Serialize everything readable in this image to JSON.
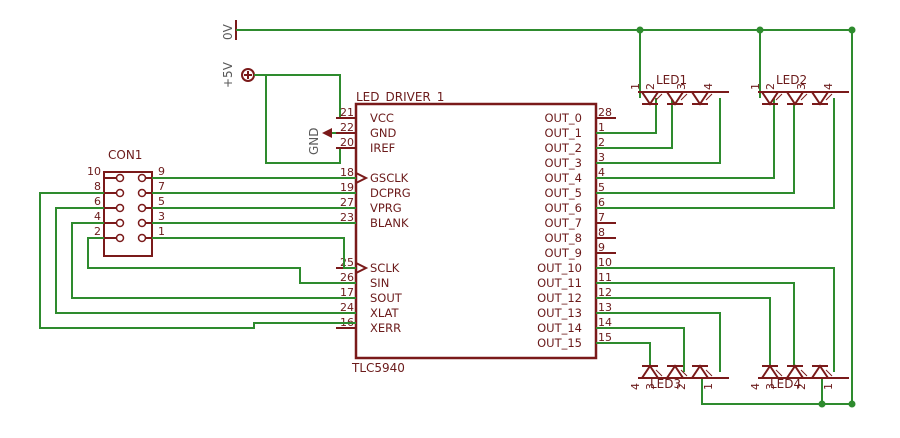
{
  "power": {
    "gnd_top": "0V",
    "vcc": "+5V",
    "gnd_chip": "GND"
  },
  "chip": {
    "name": "LED_DRIVER_1",
    "value": "TLC5940",
    "left_pins": [
      {
        "name": "VCC",
        "num": "21"
      },
      {
        "name": "GND",
        "num": "22"
      },
      {
        "name": "IREF",
        "num": "20"
      },
      {
        "name": "GSCLK",
        "num": "18"
      },
      {
        "name": "DCPRG",
        "num": "19"
      },
      {
        "name": "VPRG",
        "num": "27"
      },
      {
        "name": "BLANK",
        "num": "23"
      },
      {
        "name": "SCLK",
        "num": "25"
      },
      {
        "name": "SIN",
        "num": "26"
      },
      {
        "name": "SOUT",
        "num": "17"
      },
      {
        "name": "XLAT",
        "num": "24"
      },
      {
        "name": "XERR",
        "num": "16"
      }
    ],
    "right_pins": [
      {
        "name": "OUT_0",
        "num": "28"
      },
      {
        "name": "OUT_1",
        "num": "1"
      },
      {
        "name": "OUT_2",
        "num": "2"
      },
      {
        "name": "OUT_3",
        "num": "3"
      },
      {
        "name": "OUT_4",
        "num": "4"
      },
      {
        "name": "OUT_5",
        "num": "5"
      },
      {
        "name": "OUT_6",
        "num": "6"
      },
      {
        "name": "OUT_7",
        "num": "7"
      },
      {
        "name": "OUT_8",
        "num": "8"
      },
      {
        "name": "OUT_9",
        "num": "9"
      },
      {
        "name": "OUT_10",
        "num": "10"
      },
      {
        "name": "OUT_11",
        "num": "11"
      },
      {
        "name": "OUT_12",
        "num": "12"
      },
      {
        "name": "OUT_13",
        "num": "13"
      },
      {
        "name": "OUT_14",
        "num": "14"
      },
      {
        "name": "OUT_15",
        "num": "15"
      }
    ]
  },
  "connector": {
    "name": "CON1",
    "left_nums": [
      "10",
      "8",
      "6",
      "4",
      "2"
    ],
    "right_nums": [
      "9",
      "7",
      "5",
      "3",
      "1"
    ]
  },
  "leds": [
    {
      "name": "LED1",
      "pins": [
        "1",
        "2",
        "3",
        "4"
      ]
    },
    {
      "name": "LED2",
      "pins": [
        "1",
        "2",
        "3",
        "4"
      ]
    },
    {
      "name": "LED3",
      "pins": [
        "4",
        "3",
        "2",
        "1"
      ]
    },
    {
      "name": "LED4",
      "pins": [
        "4",
        "3",
        "2",
        "1"
      ]
    }
  ]
}
